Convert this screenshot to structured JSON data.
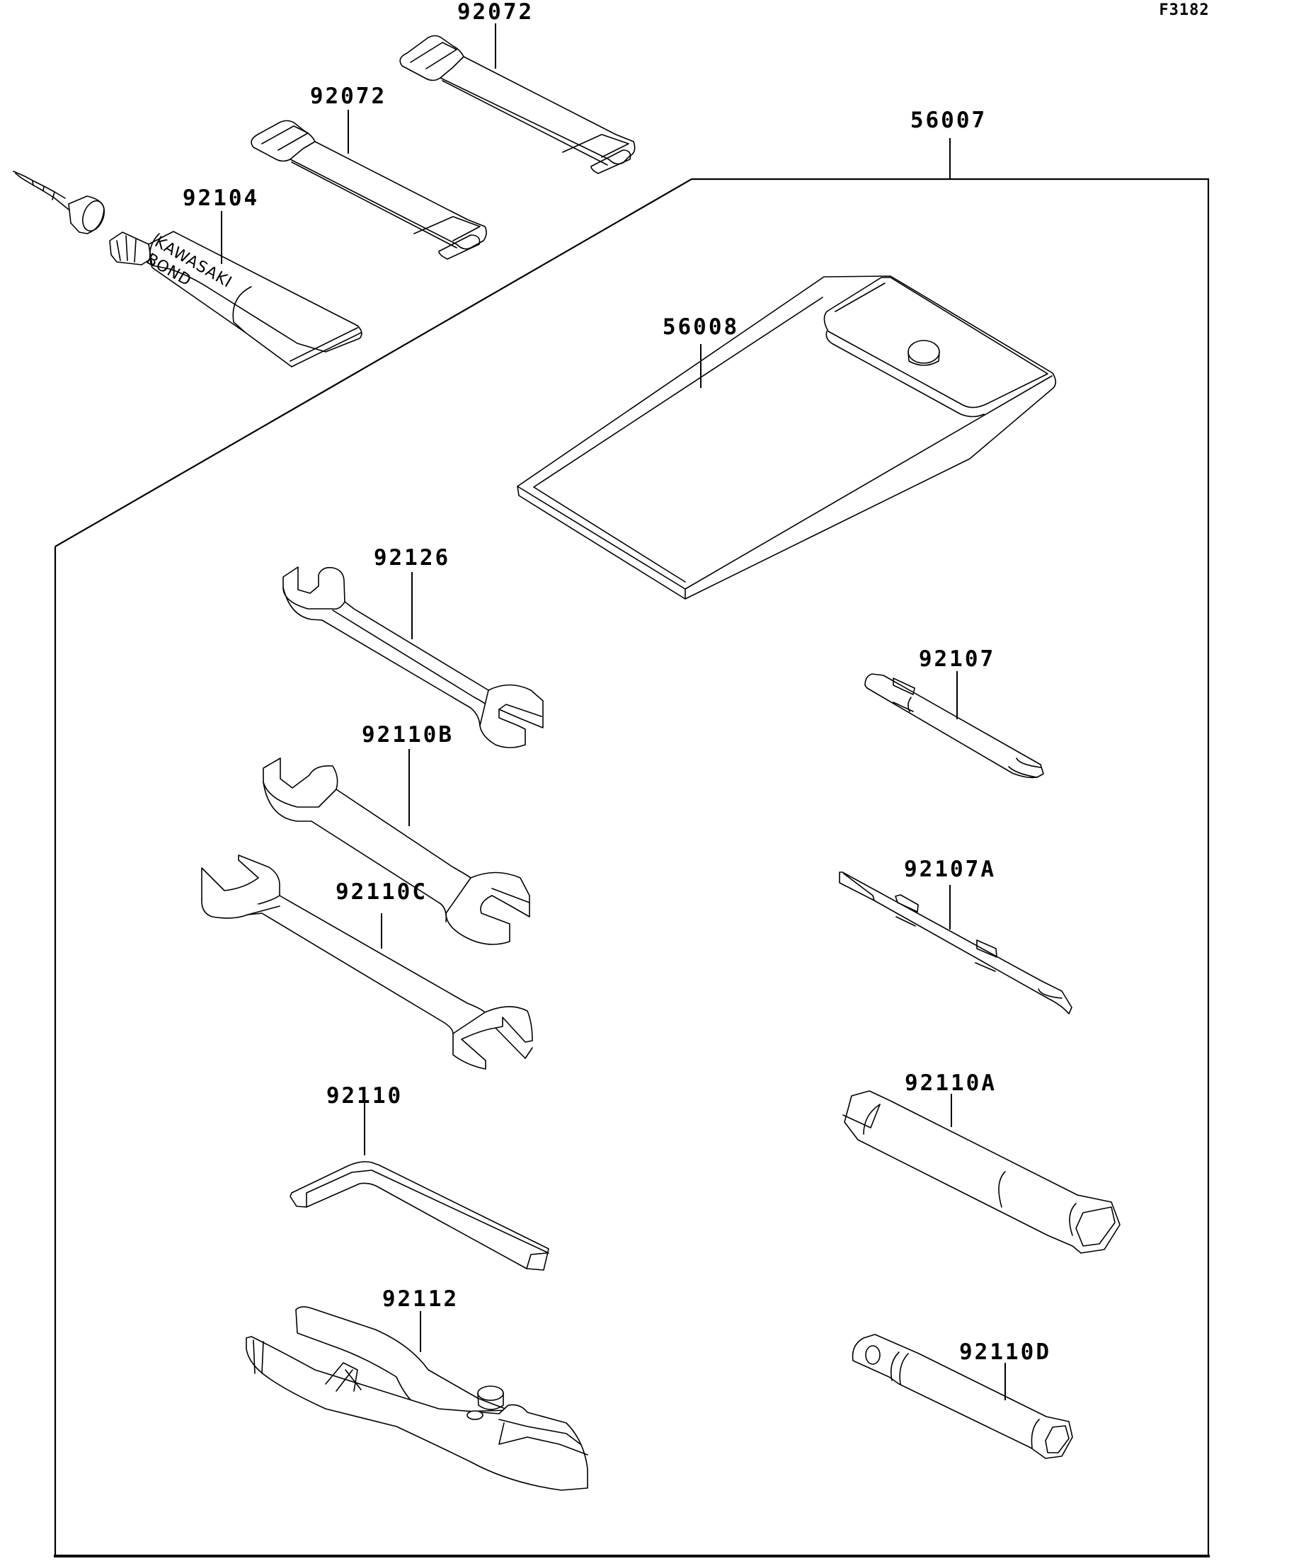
{
  "figure_id": "F3182",
  "parts": [
    {
      "id": "strap_upper",
      "number": "92072",
      "description": "strap"
    },
    {
      "id": "strap_lower",
      "number": "92072",
      "description": "strap"
    },
    {
      "id": "bond",
      "number": "92104",
      "description": "Kawasaki Bond tube"
    },
    {
      "id": "tool_kit",
      "number": "56007",
      "description": "tool kit set"
    },
    {
      "id": "tool_bag",
      "number": "56008",
      "description": "tool bag"
    },
    {
      "id": "wrench_1",
      "number": "92126",
      "description": "open-end wrench"
    },
    {
      "id": "wrench_2",
      "number": "92110B",
      "description": "open-end wrench"
    },
    {
      "id": "wrench_3",
      "number": "92110C",
      "description": "open-end wrench"
    },
    {
      "id": "hex_key",
      "number": "92110",
      "description": "hex key"
    },
    {
      "id": "pliers",
      "number": "92112",
      "description": "pliers"
    },
    {
      "id": "screwdriver_bit",
      "number": "92107",
      "description": "screwdriver bit"
    },
    {
      "id": "screwdriver_2",
      "number": "92107A",
      "description": "double-ended screwdriver"
    },
    {
      "id": "plug_wrench",
      "number": "92110A",
      "description": "spark plug box wrench"
    },
    {
      "id": "box_wrench",
      "number": "92110D",
      "description": "box wrench"
    }
  ],
  "tube_print": {
    "line1": "KAWASAKI",
    "line2": "BOND"
  }
}
